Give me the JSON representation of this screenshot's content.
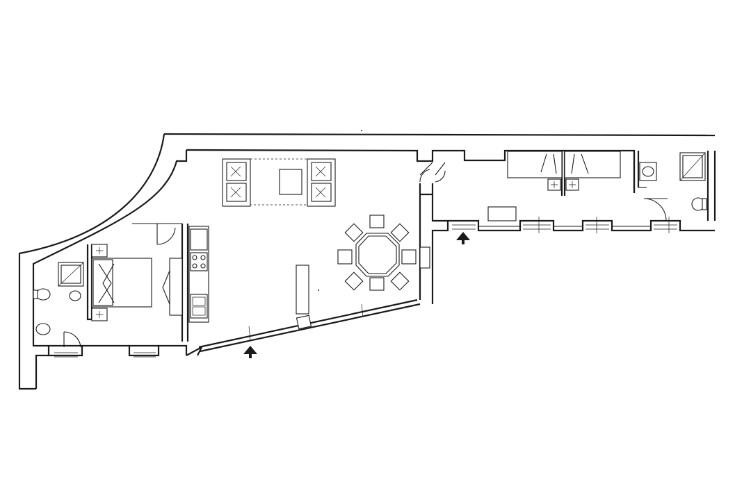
{
  "plan": {
    "ink": "#1a1a1a",
    "background": "#ffffff",
    "rooms": [
      {
        "name": "living-dining-room",
        "furniture": [
          "sofa",
          "sofa",
          "coffee-table",
          "octagonal-dining-table",
          "dining-chairs",
          "sideboard"
        ]
      },
      {
        "name": "kitchen",
        "furniture": [
          "cooktop",
          "sink",
          "counter"
        ]
      },
      {
        "name": "bedroom-1",
        "furniture": [
          "double-bed",
          "nightstands",
          "wardrobe"
        ]
      },
      {
        "name": "bathroom-1",
        "furniture": [
          "shower",
          "toilet",
          "washbasin"
        ]
      },
      {
        "name": "bedroom-2",
        "furniture": [
          "twin-beds",
          "nightstands",
          "desk"
        ]
      },
      {
        "name": "bathroom-2",
        "furniture": [
          "shower",
          "toilet",
          "washbasin"
        ]
      }
    ],
    "entrances": [
      {
        "name": "entrance-arrow-main",
        "icon": "up-arrow-icon"
      },
      {
        "name": "entrance-arrow-east",
        "icon": "up-arrow-icon"
      }
    ]
  }
}
